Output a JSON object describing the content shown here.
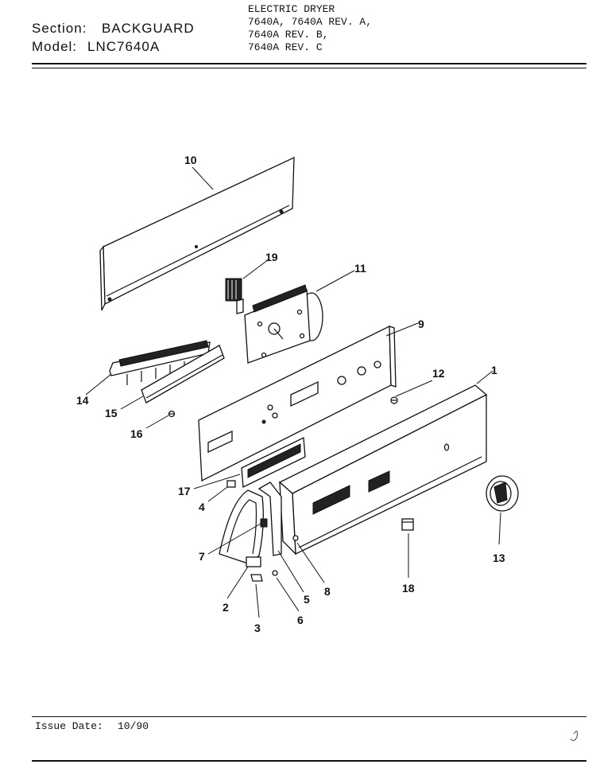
{
  "header": {
    "section_label": "Section:",
    "section_value": "BACKGUARD",
    "model_label": "Model:",
    "model_value": "LNC7640A",
    "description_lines": [
      "ELECTRIC DRYER",
      "7640A, 7640A REV. A,",
      "7640A REV. B,",
      "7640A REV. C"
    ]
  },
  "footer": {
    "issue_date_label": "Issue Date:",
    "issue_date_value": "10/90"
  },
  "callouts": [
    "1",
    "2",
    "3",
    "4",
    "5",
    "6",
    "7",
    "8",
    "9",
    "10",
    "11",
    "12",
    "13",
    "14",
    "15",
    "16",
    "17",
    "18",
    "19"
  ]
}
